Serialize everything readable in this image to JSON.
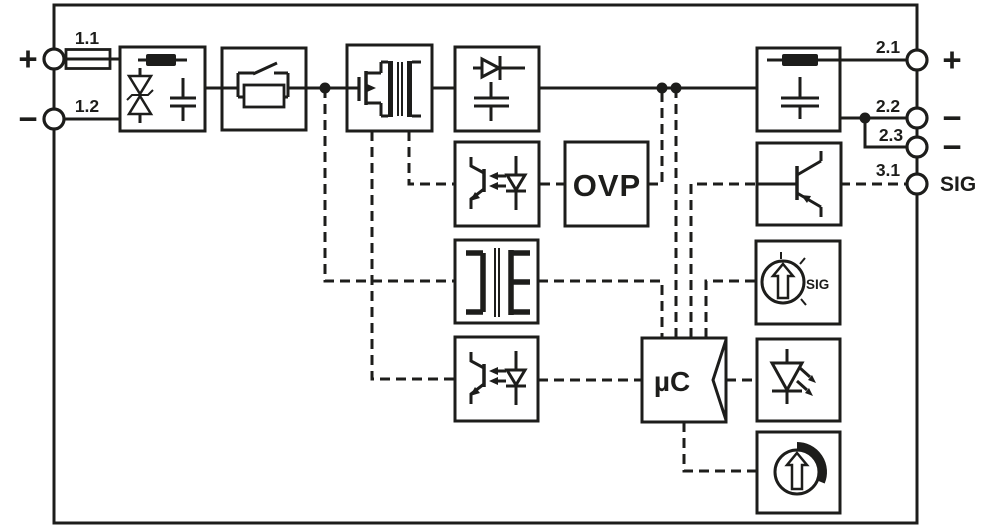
{
  "colors": {
    "line": "#1d1d1b",
    "background": "#ffffff"
  },
  "input": {
    "plus": "+",
    "minus": "−",
    "terminal_plus": "1.1",
    "terminal_minus": "1.2"
  },
  "output": {
    "plus": "+",
    "minus_a": "−",
    "minus_b": "−",
    "signal": "SIG",
    "terminal_plus": "2.1",
    "terminal_minus_a": "2.2",
    "terminal_minus_b": "2.3",
    "terminal_signal": "3.1"
  },
  "blocks": {
    "ovp": "OVP",
    "microcontroller": "µC",
    "signal_level": "SIG"
  }
}
